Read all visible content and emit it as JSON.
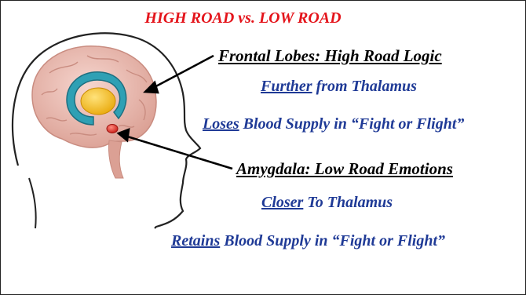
{
  "title": "HIGH ROAD vs. LOW ROAD",
  "labels": {
    "frontal": "Frontal Lobes:  High Road Logic",
    "further_word": "Further",
    "further_rest": " from Thalamus",
    "loses_word": "Loses",
    "loses_rest": " Blood Supply in “Fight or Flight”",
    "amygdala": "Amygdala:  Low Road Emotions",
    "closer_word": "Closer",
    "closer_rest": " To Thalamus",
    "retains_word": "Retains",
    "retains_rest": " Blood Supply in “Fight or Flight”"
  },
  "colors": {
    "title": "#e4141b",
    "label_black": "#000000",
    "label_blue": "#1f3a96",
    "brain": "#e9b9ae",
    "thalamus_ring": "#2fa0b4",
    "thalamus_core": "#f4c21a",
    "amygdala": "#e0322e"
  }
}
